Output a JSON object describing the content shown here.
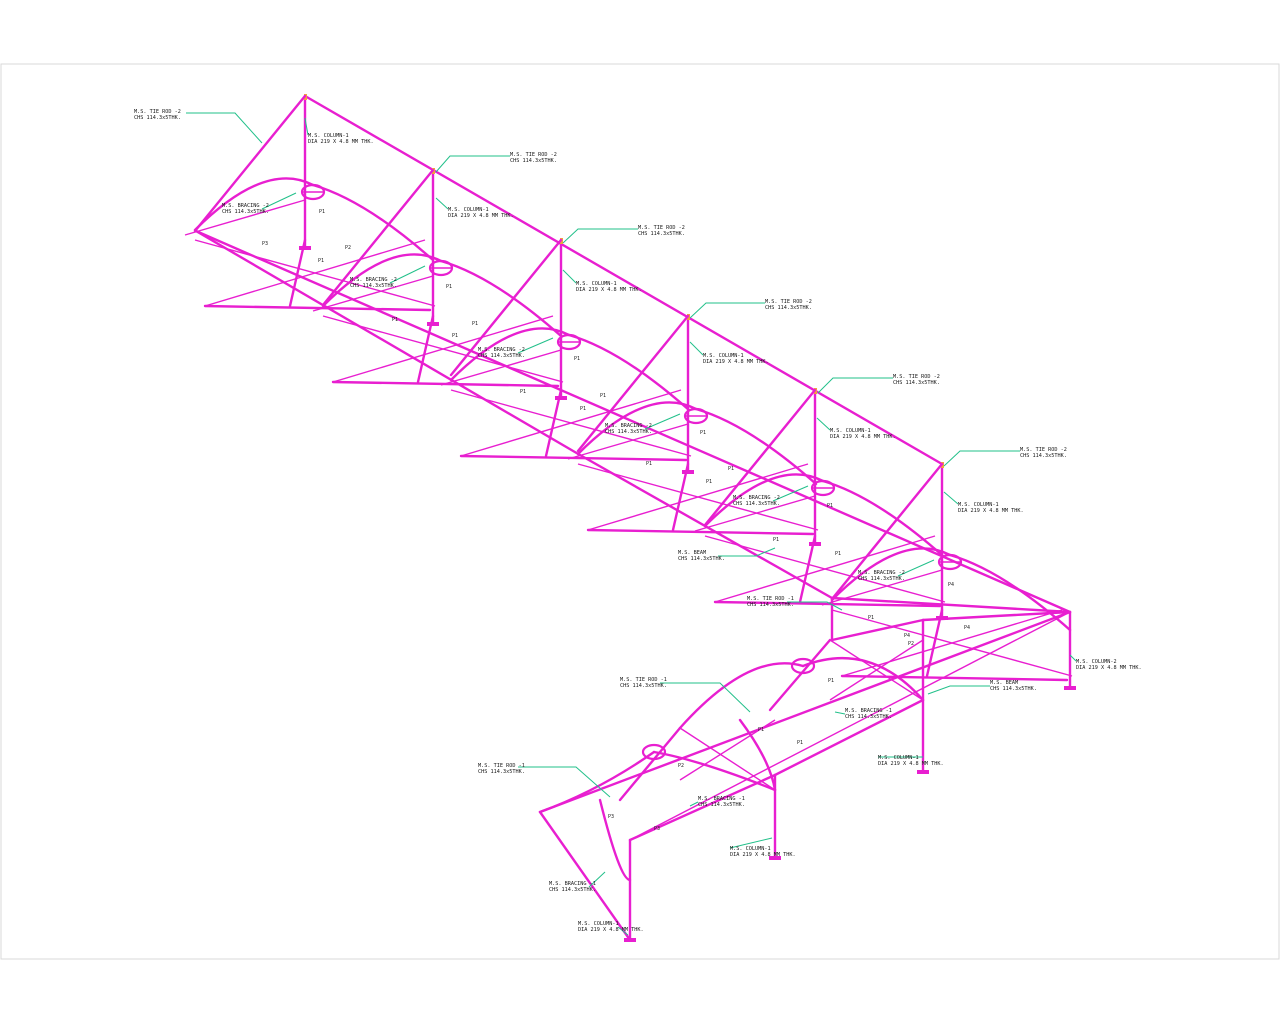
{
  "drawing": {
    "colors": {
      "frame": "#e81fd0",
      "leader": "#22c08a",
      "text": "#1a1a1a",
      "border": "#d9d9d9",
      "tip": "#f2a33a"
    },
    "annotations": [
      {
        "l1": "M.S. TIE ROD -2",
        "l2": "CHS 114.3x5THK."
      },
      {
        "l1": "M.S. COLUMN-1",
        "l2": "DIA 219 X 4.8 MM THK."
      },
      {
        "l1": "M.S. BRACING -2",
        "l2": "CHS 114.3x5THK."
      },
      {
        "l1": "M.S. TIE ROD -2",
        "l2": "CHS 114.3x5THK."
      },
      {
        "l1": "M.S. COLUMN-1",
        "l2": "DIA 219 X 4.8 MM THK."
      },
      {
        "l1": "M.S. BRACING -2",
        "l2": "CHS 114.3x5THK."
      },
      {
        "l1": "M.S. TIE ROD -2",
        "l2": "CHS 114.3x5THK."
      },
      {
        "l1": "M.S. COLUMN-1",
        "l2": "DIA 219 X 4.8 MM THK."
      },
      {
        "l1": "M.S. BRACING -2",
        "l2": "CHS 114.3x5THK."
      },
      {
        "l1": "M.S. TIE ROD -2",
        "l2": "CHS 114.3x5THK."
      },
      {
        "l1": "M.S. COLUMN-1",
        "l2": "DIA 219 X 4.8 MM THK."
      },
      {
        "l1": "M.S. BRACING -2",
        "l2": "CHS 114.3x5THK."
      },
      {
        "l1": "M.S. TIE ROD -2",
        "l2": "CHS 114.3x5THK."
      },
      {
        "l1": "M.S. COLUMN-1",
        "l2": "DIA 219 X 4.8 MM THK."
      },
      {
        "l1": "M.S. BRACING -2",
        "l2": "CHS 114.3x5THK."
      },
      {
        "l1": "M.S. TIE ROD -2",
        "l2": "CHS 114.3x5THK."
      },
      {
        "l1": "M.S. COLUMN-1",
        "l2": "DIA 219 X 4.8 MM THK."
      },
      {
        "l1": "M.S. BRACING -2",
        "l2": "CHS 114.3x5THK."
      },
      {
        "l1": "M.S. BEAM",
        "l2": "CHS 114.3x5THK."
      },
      {
        "l1": "M.S. TIE ROD -1",
        "l2": "CHS 114.3x5THK."
      },
      {
        "l1": "M.S. COLUMN-2",
        "l2": "DIA 219 X 4.8 MM THK."
      },
      {
        "l1": "M.S. BEAM",
        "l2": "CHS 114.3x5THK."
      },
      {
        "l1": "M.S. TIE ROD -1",
        "l2": "CHS 114.3x5THK."
      },
      {
        "l1": "M.S. BRACING -1",
        "l2": "CHS 114.3x5THK."
      },
      {
        "l1": "M.S. COLUMN-1",
        "l2": "DIA 219 X 4.8 MM THK."
      },
      {
        "l1": "M.S. TIE ROD -1",
        "l2": "CHS 114.3x5THK."
      },
      {
        "l1": "M.S. BRACING -1",
        "l2": "CHS 114.3x5THK."
      },
      {
        "l1": "M.S. COLUMN-1",
        "l2": "DIA 219 X 4.8 MM THK."
      },
      {
        "l1": "M.S. BRACING -1",
        "l2": "CHS 114.3x5THK."
      },
      {
        "l1": "M.S. COLUMN-1",
        "l2": "DIA 219 X 4.8 MM THK."
      }
    ],
    "part_marks": [
      "P1",
      "P2",
      "P3",
      "P1",
      "P1",
      "P1",
      "P1",
      "P1",
      "P1",
      "P1",
      "P1",
      "P1",
      "P1",
      "P1",
      "P1",
      "P1",
      "P1",
      "P1",
      "P1",
      "P4",
      "P4",
      "P4",
      "P1",
      "P2",
      "P3",
      "P1",
      "P1",
      "P3",
      "P2",
      "P1"
    ]
  }
}
